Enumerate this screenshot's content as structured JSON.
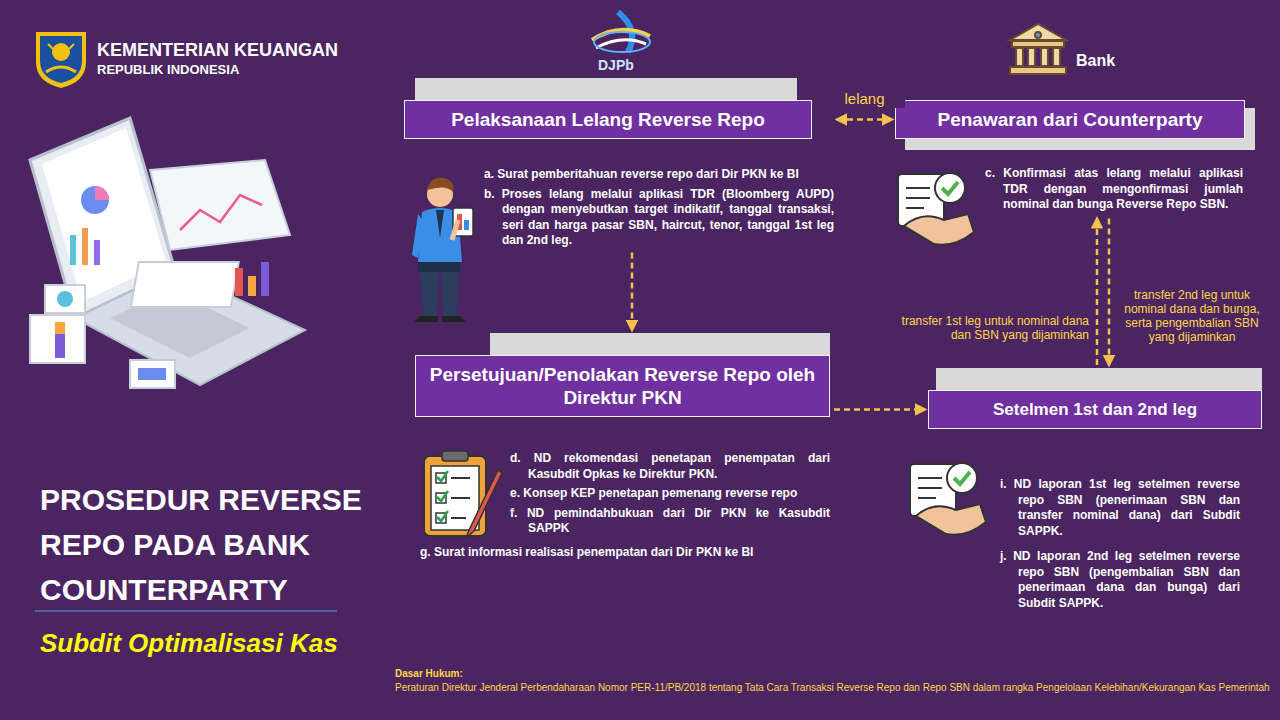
{
  "diagram": {
    "title": "PROSEDUR REVERSE REPO PADA BANK COUNTERPARTY",
    "nodes": [
      {
        "text": [
          "Pelaksanaan Lelang Reverse Repo",
          "a. Surat pemberitahuan reverse repo dari Dir PKN ke BI",
          "b. Proses lelang melalui aplikasi TDR (Bloomberg AUPD) dengan menyebutkan target indikatif, tanggal transaksi, seri dan harga pasar SBN, haircut, tenor, tanggal 1st leg dan 2nd leg."
        ]
      },
      {
        "text": [
          "Penawaran dari Counterparty",
          "c. Konfirmasi atas lelang melalui aplikasi TDR dengan mengonfirmasi jumlah nominal dan bunga Reverse Repo SBN."
        ]
      },
      {
        "text": [
          "Persetujuan/Penolakan Reverse Repo oleh Direktur PKN",
          "d. ND rekomendasi penetapan penempatan dari Kasubdit Opkas ke Direktur PKN.",
          "e. Konsep KEP penetapan pemenang reverse repo",
          "f. ND pemindahbukuan dari Dir PKN ke Kasubdit SAPPK",
          "g. Surat informasi realisasi penempatan dari Dir PKN ke BI"
        ]
      },
      {
        "text": [
          "Setelmen 1st dan 2nd leg",
          "i. ND laporan 1st leg setelmen reverse repo SBN (penerimaan SBN dan transfer nominal dana) dari Subdit SAPPK.",
          "j. ND laporan 2nd leg setelmen reverse repo SBN (pengembalian SBN dan penerimaan dana dan bunga) dari Subdit SAPPK."
        ]
      }
    ],
    "edges": [
      {
        "from": 0,
        "to": 1,
        "arrow": "both",
        "label": "lelang"
      },
      {
        "from": 0,
        "to": 2,
        "arrow": "to"
      },
      {
        "from": 2,
        "to": 3,
        "arrow": "to"
      },
      {
        "from": 3,
        "to": 1,
        "arrow": "to",
        "label": "transfer 1st leg untuk nominal dana dan SBN yang dijaminkan"
      },
      {
        "from": 1,
        "to": 3,
        "arrow": "to",
        "label": "transfer 2nd leg untuk nominal dana dan bunga, serta pengembalian SBN yang dijaminkan"
      }
    ],
    "labels": [
      "KEMENTERIAN KEUANGAN",
      "REPUBLIK INDONESIA",
      "DJPb",
      "Bank",
      "Subdit Optimalisasi Kas",
      "Dasar Hukum:",
      "Peraturan Direktur Jenderal Perbendaharaan Nomor PER-11/PB/2018 tentang Tata Cara Transaksi Reverse Repo dan Repo SBN dalam rangka Pengelolaan Kelebihan/Kekurangan Kas Pemerintah"
    ]
  }
}
